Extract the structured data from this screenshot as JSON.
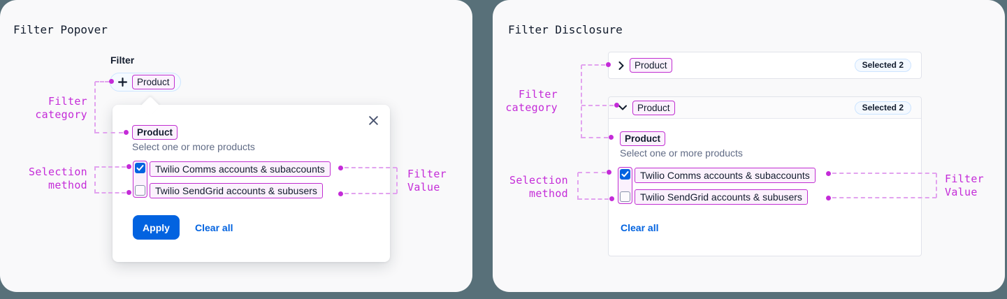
{
  "panels": {
    "popover": {
      "title": "Filter Popover",
      "filter_label": "Filter",
      "add_button": {
        "category": "Product"
      },
      "popover": {
        "heading": "Product",
        "subtitle": "Select one or more products",
        "options": [
          {
            "label": "Twilio Comms accounts & subaccounts",
            "checked": true
          },
          {
            "label": "Twilio SendGrid accounts & subusers",
            "checked": false
          }
        ],
        "apply_label": "Apply",
        "clear_all_label": "Clear all"
      }
    },
    "disclosure": {
      "title": "Filter Disclosure",
      "collapsed": {
        "category": "Product",
        "badge": "Selected 2"
      },
      "expanded": {
        "category": "Product",
        "badge": "Selected 2",
        "heading": "Product",
        "subtitle": "Select one or more products",
        "options": [
          {
            "label": "Twilio Comms accounts & subaccounts",
            "checked": true
          },
          {
            "label": "Twilio SendGrid accounts & subusers",
            "checked": false
          }
        ],
        "clear_all_label": "Clear all"
      }
    }
  },
  "annotations": {
    "filter_category": "Filter category",
    "selection_method": "Selection method",
    "filter_value": "Filter Value"
  },
  "icons": {
    "add": "plus-icon",
    "close": "close-icon",
    "collapsed": "chevron-right-icon",
    "expanded": "chevron-down-icon",
    "checked": "check-icon"
  },
  "colors": {
    "page_bg": "#587079",
    "card_bg": "#F9F9FA",
    "ink": "#121C2D",
    "muted_text": "#606B85",
    "primary_blue": "#0263E0",
    "light_blue_bg": "#F4F9FF",
    "light_blue_border": "#CCE4FF",
    "neutral_border": "#E1E3EA",
    "annotation_magenta": "#C42BD8",
    "annotation_dash": "#E2A3EF",
    "highlight_bg": "#FBF1FD",
    "highlight_border": "#C12ED1"
  }
}
